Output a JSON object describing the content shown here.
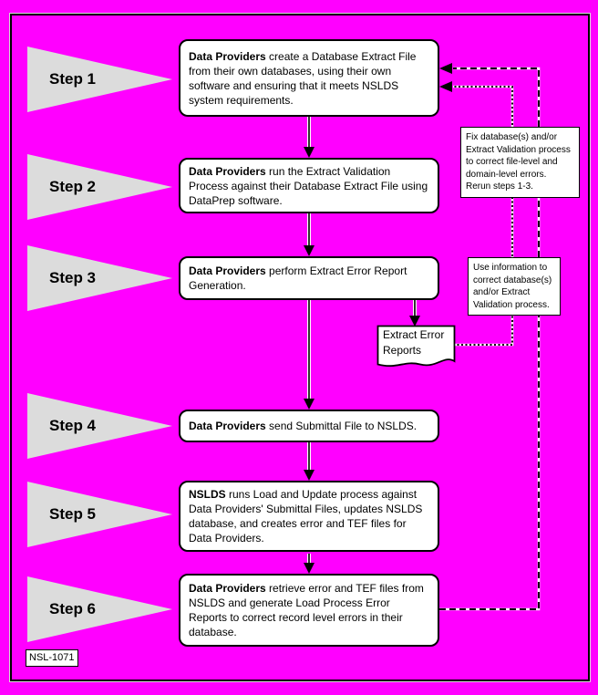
{
  "colors": {
    "background": "#FF00FF",
    "step_arrow_fill": "#DCDCDC",
    "box_fill": "#FFFFFF",
    "line": "#000000"
  },
  "figure_label": "NSL-1071",
  "steps": [
    {
      "label": "Step 1",
      "lead": "Data Providers",
      "text": " create a Database Extract File from their own databases, using their own software and ensuring that it meets NSLDS system requirements."
    },
    {
      "label": "Step 2",
      "lead": "Data Providers",
      "text": " run the Extract Validation Process against their Database Extract File using DataPrep software."
    },
    {
      "label": "Step 3",
      "lead": "Data Providers",
      "text": " perform Extract Error Report Generation."
    },
    {
      "label": "Step 4",
      "lead": "Data Providers",
      "text": " send Submittal File to NSLDS."
    },
    {
      "label": "Step 5",
      "lead": "NSLDS",
      "text": " runs Load and Update process against Data Providers' Submittal Files, updates NSLDS database, and creates error and TEF files for Data Providers."
    },
    {
      "label": "Step 6",
      "lead": "Data Providers",
      "text": " retrieve error and TEF files from NSLDS and generate Load Process Error Reports to correct record level errors in their database."
    }
  ],
  "document_box": {
    "text": "Extract Error Reports"
  },
  "annotations": [
    {
      "text": "Fix database(s) and/or\nExtract Validation process\nto correct file-level and\ndomain-level errors.\nRerun steps 1-3."
    },
    {
      "text": "Use information to\ncorrect database(s)\nand/or Extract\nValidation process."
    }
  ]
}
